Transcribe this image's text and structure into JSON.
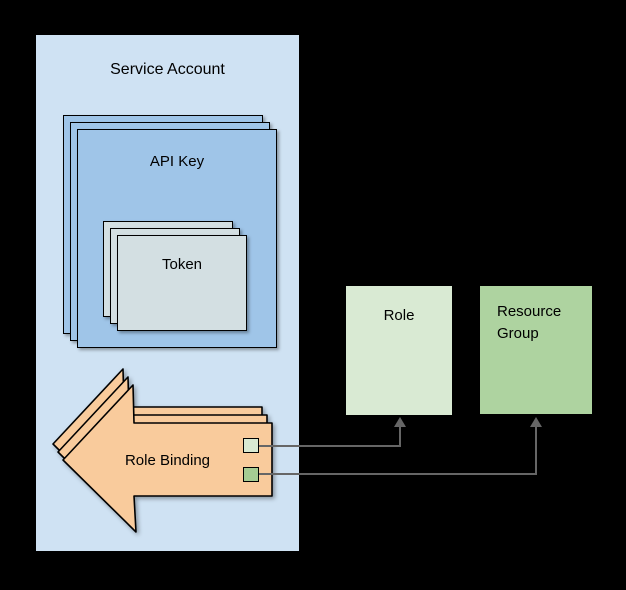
{
  "diagram": {
    "service_account": {
      "label": "Service Account",
      "fill": "#cfe2f3"
    },
    "api_key": {
      "label": "API Key",
      "stack_count": 3,
      "fill": "#9fc5e8"
    },
    "token": {
      "label": "Token",
      "stack_count": 3,
      "fill": "#d3dfe2"
    },
    "role_binding": {
      "label": "Role Binding",
      "stack_count": 3,
      "fill": "#f9cb9c",
      "shape": "left-arrow",
      "ref_squares": [
        {
          "name": "role-ref",
          "fill": "#d9ead3",
          "links_to": "Role"
        },
        {
          "name": "resource-group-ref",
          "fill": "#a5cc93",
          "links_to": "Resource Group"
        }
      ]
    },
    "role": {
      "label": "Role",
      "fill": "#d9ead3"
    },
    "resource_group": {
      "label": "Resource Group",
      "fill": "#aed3a0"
    },
    "connectors": [
      {
        "from": "Role Binding",
        "to": "Role",
        "style": "elbow",
        "arrowhead": "up"
      },
      {
        "from": "Role Binding",
        "to": "Resource Group",
        "style": "elbow",
        "arrowhead": "up"
      }
    ],
    "colors": {
      "background": "#000000",
      "outline": "#000000",
      "connector": "#666666",
      "role_binding_fill": "#f9cb9c"
    }
  }
}
